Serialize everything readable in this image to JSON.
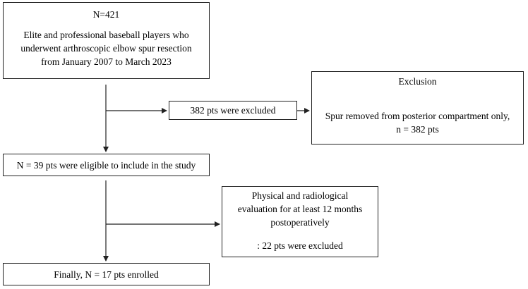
{
  "flowchart": {
    "start_box": {
      "count": "N=421",
      "description": [
        "Elite and professional baseball players who",
        "underwent arthroscopic elbow spur resection",
        "from January 2007 to March 2023"
      ]
    },
    "excluded_box": {
      "text": "382 pts were excluded"
    },
    "exclusion_box": {
      "title": "Exclusion",
      "criteria": [
        "Spur removed from posterior compartment only,",
        "n = 382 pts"
      ]
    },
    "eligible_box": {
      "text": "N = 39 pts were eligible to include in the study"
    },
    "followup_box": {
      "criteria": [
        "Physical and radiological",
        "evaluation for at least 12 months",
        "postoperatively"
      ],
      "result": ": 22 pts were excluded"
    },
    "enrolled_box": {
      "text": "Finally, N = 17 pts enrolled"
    }
  },
  "colors": {
    "line": "#222222",
    "box_border": "#222222",
    "background": "#ffffff"
  }
}
